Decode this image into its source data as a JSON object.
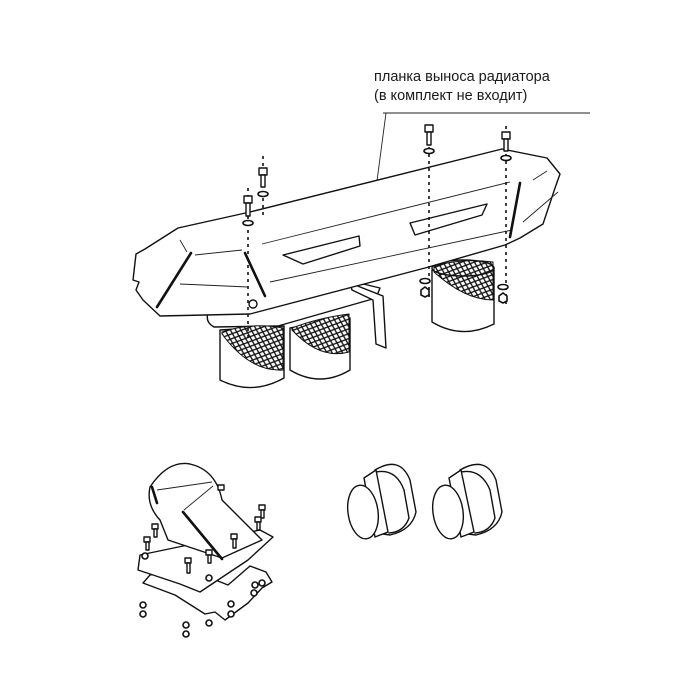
{
  "diagram": {
    "type": "exploded-assembly",
    "callout": {
      "line1": "планка выноса радиатора",
      "line2": "(в комплект не входит)"
    },
    "parts": [
      {
        "id": "radiator-bracket",
        "label": "планка выноса радиатора",
        "included": false
      },
      {
        "id": "snorkel-base-mesh-cylinders",
        "count": 3
      },
      {
        "id": "mounting-bolts",
        "count": 4
      },
      {
        "id": "air-scoop-with-plates"
      },
      {
        "id": "reducer-couplings",
        "count": 2
      }
    ],
    "colors": {
      "line": "#111111",
      "background": "#ffffff",
      "text": "#1a1a1a"
    }
  }
}
